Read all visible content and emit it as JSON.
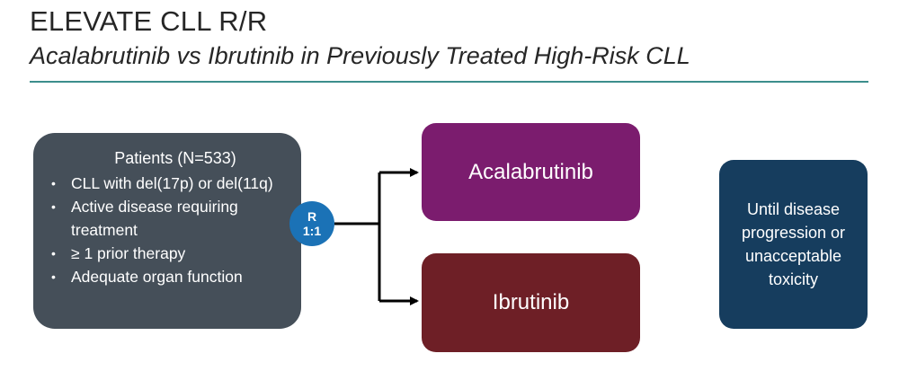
{
  "header": {
    "title": "ELEVATE CLL R/R",
    "subtitle": "Acalabrutinib vs Ibrutinib in Previously Treated High-Risk CLL"
  },
  "patients": {
    "heading": "Patients (N=533)",
    "criteria": [
      "CLL with del(17p) or del(11q)",
      "Active disease requiring treatment",
      "≥ 1 prior therapy",
      "Adequate organ function"
    ]
  },
  "randomization": {
    "line1": "R",
    "line2": "1:1"
  },
  "arms": [
    {
      "label": "Acalabrutinib",
      "color": "#7b1c6e"
    },
    {
      "label": "Ibrutinib",
      "color": "#6e1f26"
    }
  ],
  "outcome": {
    "text": "Until disease progression or unacceptable toxicity"
  },
  "colors": {
    "rule": "#3c8e8c",
    "patients_box": "#454f59",
    "randomization": "#1b72b6",
    "outcome_box": "#163d5e"
  }
}
